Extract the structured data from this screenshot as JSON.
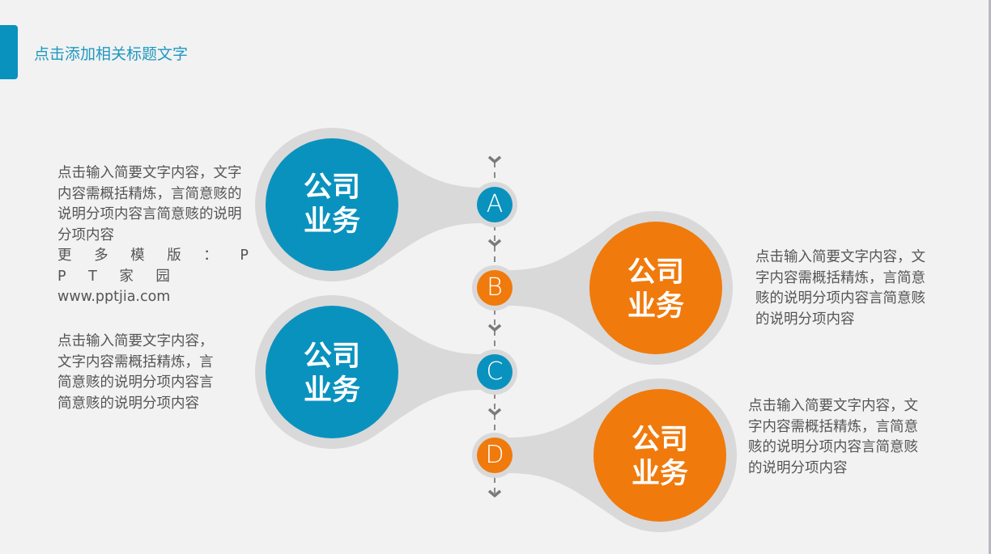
{
  "header": {
    "title": "点击添加相关标题文字"
  },
  "colors": {
    "blue": "#0a92bf",
    "orange": "#f07a0c",
    "halo": "#d9d9d9",
    "text": "#555555",
    "background": "#f2f2f2"
  },
  "items": [
    {
      "letter": "A",
      "label_line1": "公司",
      "label_line2": "业务",
      "color": "blue",
      "side": "left",
      "desc_lines": [
        "点击输入简要文字内容，文字",
        "内容需概括精炼，言简意赅的",
        "说明分项内容言简意赅的说明",
        "分项内容",
        "更 多 模 版 ： P P T 家 园",
        "www.pptjia.com"
      ]
    },
    {
      "letter": "B",
      "label_line1": "公司",
      "label_line2": "业务",
      "color": "orange",
      "side": "right",
      "desc_lines": [
        "点击输入简要文字内容，文",
        "字内容需概括精炼，言简意",
        "赅的说明分项内容言简意赅",
        "的说明分项内容"
      ]
    },
    {
      "letter": "C",
      "label_line1": "公司",
      "label_line2": "业务",
      "color": "blue",
      "side": "left",
      "desc_lines": [
        "点击输入简要文字内容，",
        "文字内容需概括精炼，言",
        "简意赅的说明分项内容言",
        "简意赅的说明分项内容"
      ]
    },
    {
      "letter": "D",
      "label_line1": "公司",
      "label_line2": "业务",
      "color": "orange",
      "side": "right",
      "desc_lines": [
        "点击输入简要文字内容，文",
        "字内容需概括精炼，言简意",
        "赅的说明分项内容言简意赅",
        "的说明分项内容"
      ]
    }
  ]
}
